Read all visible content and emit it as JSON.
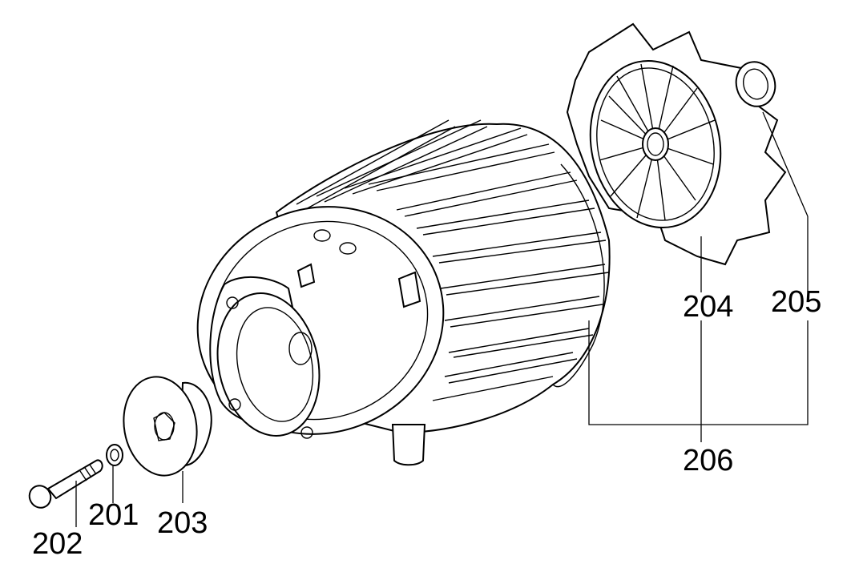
{
  "labels": {
    "p201": "201",
    "p202": "202",
    "p203": "203",
    "p204": "204",
    "p205": "205",
    "p206": "206"
  }
}
